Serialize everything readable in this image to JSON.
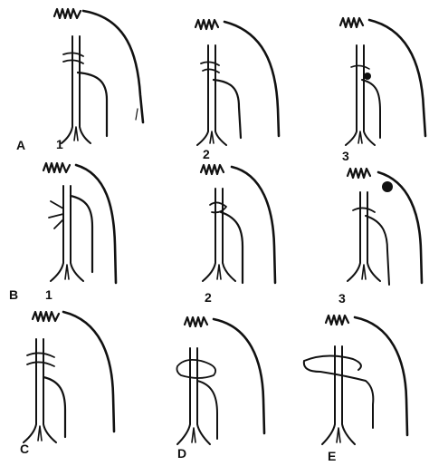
{
  "figure": {
    "row_labels": {
      "a": "A",
      "b": "B",
      "c": "C",
      "d": "D",
      "e": "E"
    },
    "panel_numbers": {
      "a1": "1",
      "a2": "2",
      "a3": "3",
      "b1": "1",
      "b2": "2",
      "b3": "3"
    }
  }
}
